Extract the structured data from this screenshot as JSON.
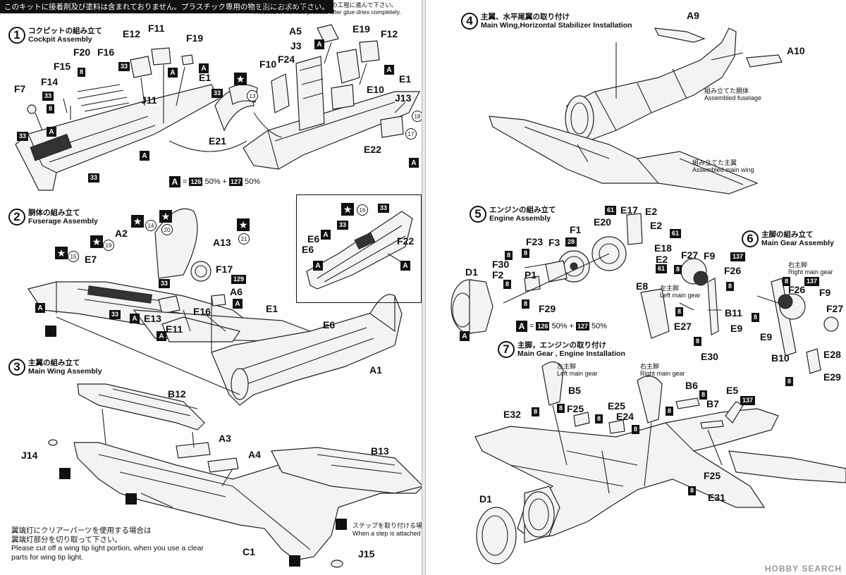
{
  "header": {
    "notice_jp": "このキットに接着剤及び塗料は含まれておりません。プラスチック専用の物を別にお求め下さい。",
    "note_jp": "接着剤が完全に乾いてから次の工程に進んで下さい。",
    "note_en": "Proceed in the next process after glue dries completely."
  },
  "steps": [
    {
      "num": "1",
      "jp": "コクピットの組み立て",
      "en": "Cockpit Assembly"
    },
    {
      "num": "2",
      "jp": "胴体の組み立て",
      "en": "Fuserage Assembly"
    },
    {
      "num": "3",
      "jp": "主翼の組み立て",
      "en": "Main Wing Assembly"
    },
    {
      "num": "4",
      "jp": "主翼、水平尾翼の取り付け",
      "en": "Main Wing,Horizontal Stabilizer Installation"
    },
    {
      "num": "5",
      "jp": "エンジンの組み立て",
      "en": "Engine Assembly"
    },
    {
      "num": "6",
      "jp": "主脚の組み立て",
      "en": "Main Gear Assembly"
    },
    {
      "num": "7",
      "jp": "主脚，エンジンの取り付け",
      "en": "Main Gear , Engine Installation"
    }
  ],
  "paint_mix": {
    "letter": "A",
    "eq": "=",
    "c1": "126",
    "p1": "50%",
    "plus": "+",
    "c2": "127",
    "p2": "50%"
  },
  "labels": {
    "s1": [
      "F11",
      "F19",
      "E12",
      "F20",
      "F16",
      "F15",
      "F14",
      "F7",
      "J11",
      "E1",
      "A5",
      "E19",
      "F12",
      "J3",
      "F10",
      "F24",
      "E10",
      "E21",
      "J13",
      "E22"
    ],
    "s2": [
      "A2",
      "E7",
      "A13",
      "F17",
      "A6",
      "E6",
      "E13",
      "E16",
      "E11",
      "E1",
      "E6",
      "A1",
      "F22"
    ],
    "s3": [
      "B12",
      "J14",
      "A3",
      "A4",
      "B13",
      "C1",
      "J15"
    ],
    "s4": [
      "A9",
      "A10"
    ],
    "s5": [
      "F1",
      "E17",
      "E2",
      "E20",
      "E2",
      "F23",
      "F3",
      "E18",
      "F30",
      "F2",
      "P1",
      "E2",
      "E8",
      "D1",
      "F29"
    ],
    "s6": [
      "F27",
      "F9",
      "F26",
      "B11",
      "E27",
      "E9",
      "E30",
      "F26",
      "F9",
      "F27",
      "E9",
      "B10",
      "E28",
      "E29"
    ],
    "s7": [
      "B5",
      "B6",
      "E32",
      "F25",
      "E25",
      "E24",
      "B7",
      "E5",
      "F25",
      "E31",
      "D1"
    ]
  },
  "notes": {
    "assembled_fuselage_jp": "組み立てた胴体",
    "assembled_fuselage_en": "Assembled fuselage",
    "assembled_wing_jp": "組み立てた主翼",
    "assembled_wing_en": "Assembled main wing",
    "step_jp": "ステップを取り付ける場合は",
    "step_en": "When a step is attached",
    "wingtip_jp1": "翼端灯にクリアーパーツを使用する場合は",
    "wingtip_jp2": "翼端灯部分を切り取って下さい。",
    "wingtip_en1": "Please cut off a wing tip light portion, when you use a clear",
    "wingtip_en2": "parts for wing tip light.",
    "left_gear_jp": "左主脚",
    "left_gear_en": "Left main gear",
    "right_gear_jp": "右主脚",
    "right_gear_en": "Right main gear"
  },
  "badges": {
    "n33": "33",
    "n8": "8",
    "n28": "28",
    "n61": "61",
    "n129": "129",
    "n137": "137",
    "c13": "13",
    "c14": "14",
    "c15": "15",
    "c16": "16",
    "c17": "17",
    "c18": "18",
    "c19": "19",
    "c20": "20",
    "c21": "21",
    "a": "A"
  },
  "watermark": "HOBBY SEARCH"
}
